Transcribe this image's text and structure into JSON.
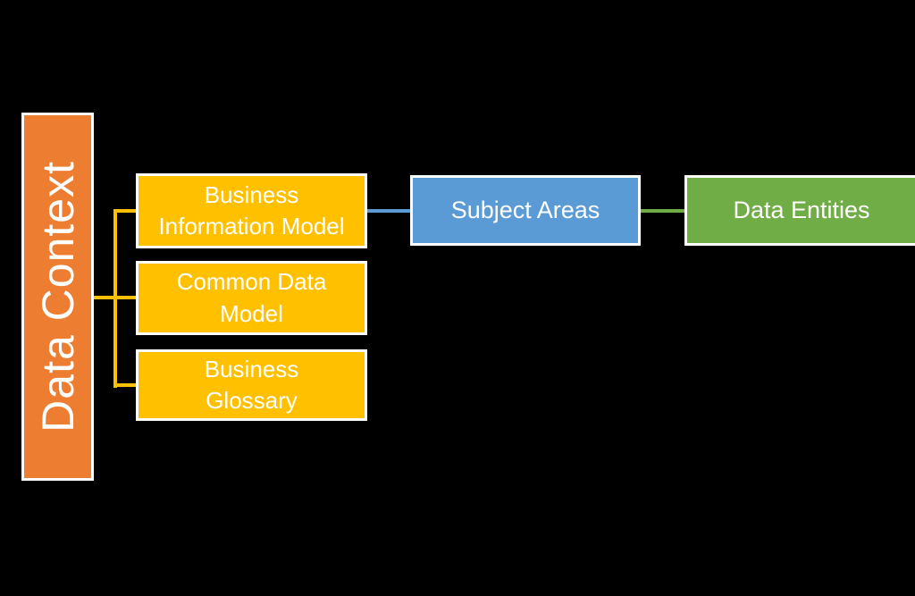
{
  "diagram": {
    "type": "hierarchy-flow",
    "background_color": "#000000",
    "text_color": "#FFFFFF",
    "border_color": "#FFFFFF",
    "root": {
      "label": "Data Context",
      "fill": "#ED7D31"
    },
    "children": [
      {
        "label": "Business Information Model",
        "fill": "#FFC000"
      },
      {
        "label": "Common Data Model",
        "fill": "#FFC000"
      },
      {
        "label": "Business Glossary",
        "fill": "#FFC000"
      }
    ],
    "flow": [
      {
        "label": "Subject Areas",
        "fill": "#5B9BD5"
      },
      {
        "label": "Data Entities",
        "fill": "#70AD47"
      }
    ],
    "connectors": {
      "root_to_children_color": "#FFC000",
      "bim_to_subject_areas_color": "#5B9BD5",
      "subject_areas_to_data_entities_color": "#70AD47"
    }
  }
}
